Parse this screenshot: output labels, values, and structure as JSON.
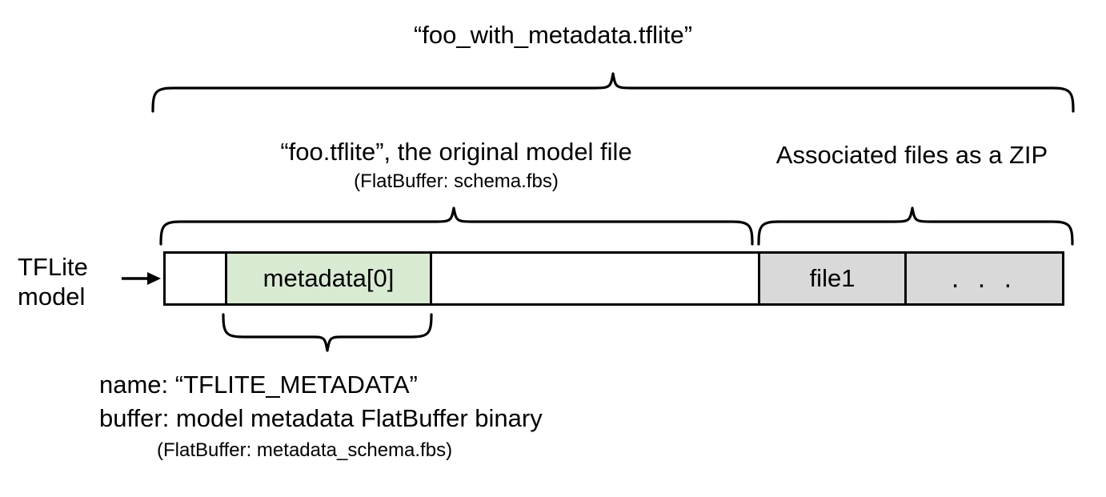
{
  "diagram": {
    "title": "“foo_with_metadata.tflite”",
    "left_label": "TFLite\nmodel",
    "arrow_icon": "right-arrow-icon",
    "sections": {
      "model_file": {
        "label": "“foo.tflite”, the original model file",
        "sublabel": "(FlatBuffer: schema.fbs)"
      },
      "zip": {
        "label": "Associated files as a ZIP"
      }
    },
    "bar_segments": [
      {
        "name": "leading-empty",
        "label": "",
        "fill": "#ffffff"
      },
      {
        "name": "metadata-0",
        "label": "metadata[0]",
        "fill": "#d9ead3"
      },
      {
        "name": "model-body-empty",
        "label": "",
        "fill": "#ffffff"
      },
      {
        "name": "file1",
        "label": "file1",
        "fill": "#d9d9d9"
      },
      {
        "name": "more-files",
        "label": ". . .",
        "fill": "#d9d9d9"
      }
    ],
    "metadata_detail": {
      "name_line": "name: “TFLITE_METADATA”",
      "buffer_line": "buffer: model metadata FlatBuffer binary",
      "buffer_sublabel": "(FlatBuffer: metadata_schema.fbs)"
    },
    "colors": {
      "metadata_fill": "#d9ead3",
      "zip_fill": "#d9d9d9",
      "stroke": "#000000",
      "background": "#ffffff"
    }
  }
}
